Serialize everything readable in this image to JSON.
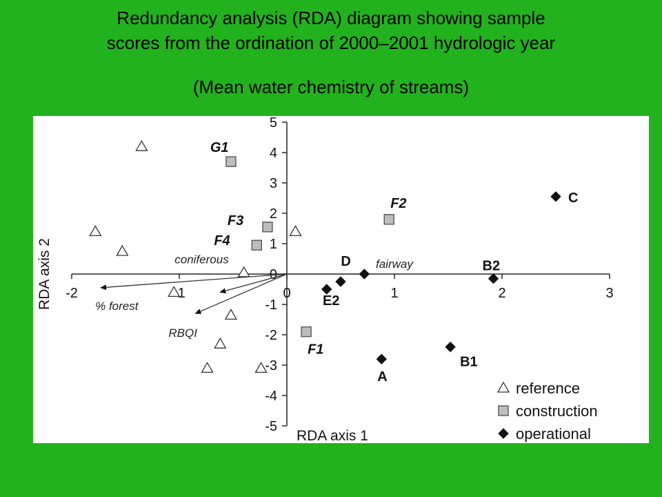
{
  "slide": {
    "title_line1": "Redundancy analysis (RDA) diagram showing sample",
    "title_line2": "scores from the ordination of 2000–2001 hydrologic year",
    "subtitle": "(Mean water chemistry of streams)"
  },
  "chart_data": {
    "type": "scatter",
    "xlabel": "RDA axis 1",
    "ylabel": "RDA axis 2",
    "xlim": [
      -2,
      3
    ],
    "ylim": [
      -5,
      5
    ],
    "x_ticks": [
      "-2",
      "-1",
      "0",
      "1",
      "2",
      "3"
    ],
    "y_ticks": [
      "-5",
      "-4",
      "-3",
      "-2",
      "-1",
      "0",
      "1",
      "2",
      "3",
      "4",
      "5"
    ],
    "legend_position": "bottom-right",
    "series": [
      {
        "name": "reference",
        "marker": "triangle",
        "points": [
          {
            "x": -1.35,
            "y": 4.2,
            "label": ""
          },
          {
            "x": -1.78,
            "y": 1.4,
            "label": ""
          },
          {
            "x": -1.53,
            "y": 0.75,
            "label": ""
          },
          {
            "x": 0.08,
            "y": 1.4,
            "label": ""
          },
          {
            "x": -0.4,
            "y": 0.05,
            "label": ""
          },
          {
            "x": -1.05,
            "y": -0.6,
            "label": ""
          },
          {
            "x": -0.52,
            "y": -1.35,
            "label": ""
          },
          {
            "x": -0.62,
            "y": -2.3,
            "label": ""
          },
          {
            "x": -0.74,
            "y": -3.1,
            "label": ""
          },
          {
            "x": -0.24,
            "y": -3.1,
            "label": ""
          }
        ]
      },
      {
        "name": "construction",
        "marker": "square",
        "points": [
          {
            "x": -0.52,
            "y": 3.7,
            "label": "G1"
          },
          {
            "x": -0.18,
            "y": 1.55,
            "label": "F3"
          },
          {
            "x": -0.28,
            "y": 0.95,
            "label": "F4"
          },
          {
            "x": 0.95,
            "y": 1.8,
            "label": "F2"
          },
          {
            "x": 0.18,
            "y": -1.9,
            "label": "F1"
          }
        ]
      },
      {
        "name": "operational",
        "marker": "diamond",
        "points": [
          {
            "x": 2.5,
            "y": 2.55,
            "label": "C"
          },
          {
            "x": 1.92,
            "y": -0.15,
            "label": "B2"
          },
          {
            "x": 1.52,
            "y": -2.4,
            "label": "B1"
          },
          {
            "x": 0.88,
            "y": -2.8,
            "label": "A"
          },
          {
            "x": 0.37,
            "y": -0.5,
            "label": ""
          },
          {
            "x": 0.5,
            "y": -0.25,
            "label": "E2"
          },
          {
            "x": 0.72,
            "y": 0.0,
            "label": "D"
          }
        ]
      }
    ],
    "vectors": [
      {
        "name": "% forest",
        "x": -1.73,
        "y": -0.45
      },
      {
        "name": "coniferous",
        "x": -0.62,
        "y": -0.6
      },
      {
        "name": "RBQI",
        "x": -0.85,
        "y": -1.3
      },
      {
        "name": "fairway",
        "x": 0.75,
        "y": 0.0
      }
    ]
  }
}
